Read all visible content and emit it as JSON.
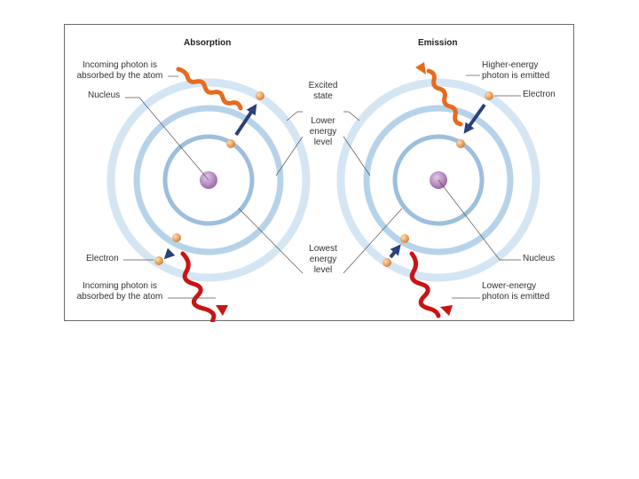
{
  "panels": {
    "absorption": {
      "title": "Absorption",
      "incoming_top": [
        "Incoming photon is",
        "absorbed by the atom"
      ],
      "nucleus": "Nucleus",
      "electron": "Electron",
      "incoming_bottom": [
        "Incoming photon is",
        "absorbed by the atom"
      ]
    },
    "emission": {
      "title": "Emission",
      "higher_energy": [
        "Higher-energy",
        "photon is emitted"
      ],
      "electron": "Electron",
      "nucleus": "Nucleus",
      "lower_energy": [
        "Lower-energy",
        "photon is emitted"
      ]
    }
  },
  "levels": {
    "excited": [
      "Excited",
      "state"
    ],
    "lower": [
      "Lower",
      "energy",
      "level"
    ],
    "lowest": [
      "Lowest",
      "energy",
      "level"
    ]
  },
  "colors": {
    "orbit_outer": "#d4e6f3",
    "orbit_inner": "#9dbfdd",
    "nucleus": "#b78cc0",
    "electron": "#e99a4d",
    "arrow": "#2b4179",
    "photon_high": "#e76a1e",
    "photon_low": "#c91414",
    "frame": "#6b6b6b"
  }
}
